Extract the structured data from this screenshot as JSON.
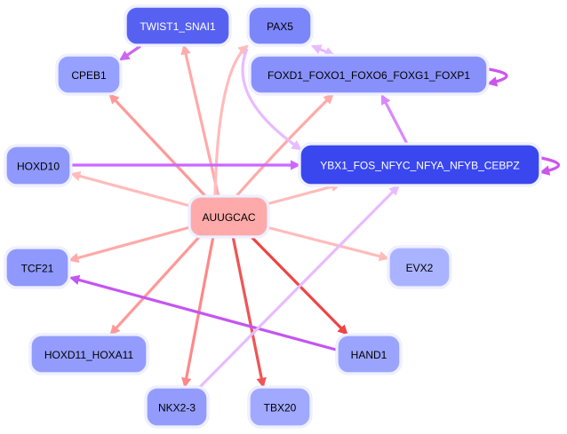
{
  "graph": {
    "nodes": [
      {
        "id": "TWIST1_SNAI1",
        "label": "TWIST1_SNAI1",
        "color": "#5661f2",
        "text_color": "#ffffff"
      },
      {
        "id": "PAX5",
        "label": "PAX5",
        "color": "#7b86fb",
        "text_color": "#000000"
      },
      {
        "id": "CPEB1",
        "label": "CPEB1",
        "color": "#96a0ff",
        "text_color": "#000000"
      },
      {
        "id": "FOXD1_FOXO1_FOXO6_FOXG1_FOXP1",
        "label": "FOXD1_FOXO1_FOXO6_FOXG1_FOXP1",
        "color": "#8891fb",
        "text_color": "#000000"
      },
      {
        "id": "HOXD10",
        "label": "HOXD10",
        "color": "#8f98fb",
        "text_color": "#000000"
      },
      {
        "id": "YBX1_FOS_NFYC_NFYA_NFYB_CEBPZ",
        "label": "YBX1_FOS_NFYC_NFYA_NFYB_CEBPZ",
        "color": "#3a47ef",
        "text_color": "#ffffff"
      },
      {
        "id": "AUUGCAC",
        "label": "AUUGCAC",
        "color": "#ffaaaa",
        "text_color": "#000000"
      },
      {
        "id": "TCF21",
        "label": "TCF21",
        "color": "#8f98fb",
        "text_color": "#000000"
      },
      {
        "id": "EVX2",
        "label": "EVX2",
        "color": "#aab3ff",
        "text_color": "#000000"
      },
      {
        "id": "HOXD11_HOXA11",
        "label": "HOXD11_HOXA11",
        "color": "#939cfc",
        "text_color": "#000000"
      },
      {
        "id": "HAND1",
        "label": "HAND1",
        "color": "#9ba4fd",
        "text_color": "#000000"
      },
      {
        "id": "NKX2-3",
        "label": "NKX2-3",
        "color": "#939cfc",
        "text_color": "#000000"
      },
      {
        "id": "TBX20",
        "label": "TBX20",
        "color": "#a0a9fe",
        "text_color": "#000000"
      }
    ],
    "edges": [
      {
        "source": "AUUGCAC",
        "target": "TWIST1_SNAI1",
        "color": "#ffaaaa"
      },
      {
        "source": "AUUGCAC",
        "target": "PAX5",
        "color": "#ffbbbb",
        "curved": true
      },
      {
        "source": "AUUGCAC",
        "target": "CPEB1",
        "color": "#ff9999"
      },
      {
        "source": "AUUGCAC",
        "target": "FOXD1_FOXO1_FOXO6_FOXG1_FOXP1",
        "color": "#ffaaaa"
      },
      {
        "source": "AUUGCAC",
        "target": "HOXD10",
        "color": "#ffbbbb"
      },
      {
        "source": "AUUGCAC",
        "target": "YBX1_FOS_NFYC_NFYA_NFYB_CEBPZ",
        "color": "#ffbbbb"
      },
      {
        "source": "AUUGCAC",
        "target": "TCF21",
        "color": "#ffaaaa"
      },
      {
        "source": "AUUGCAC",
        "target": "EVX2",
        "color": "#ffbbbb"
      },
      {
        "source": "AUUGCAC",
        "target": "HOXD11_HOXA11",
        "color": "#ff9999"
      },
      {
        "source": "AUUGCAC",
        "target": "HAND1",
        "color": "#ee4444"
      },
      {
        "source": "AUUGCAC",
        "target": "NKX2-3",
        "color": "#ff8888"
      },
      {
        "source": "AUUGCAC",
        "target": "TBX20",
        "color": "#ee5555"
      },
      {
        "source": "TWIST1_SNAI1",
        "target": "CPEB1",
        "color": "#cc66ee"
      },
      {
        "source": "PAX5",
        "target": "FOXD1_FOXO1_FOXO6_FOXG1_FOXP1",
        "color": "#e8bbff",
        "bidirectional": true
      },
      {
        "source": "PAX5",
        "target": "YBX1_FOS_NFYC_NFYA_NFYB_CEBPZ",
        "color": "#e8bbff",
        "curved": true
      },
      {
        "source": "FOXD1_FOXO1_FOXO6_FOXG1_FOXP1",
        "target": "FOXD1_FOXO1_FOXO6_FOXG1_FOXP1",
        "color": "#cc55ee",
        "self_loop": true
      },
      {
        "source": "YBX1_FOS_NFYC_NFYA_NFYB_CEBPZ",
        "target": "FOXD1_FOXO1_FOXO6_FOXG1_FOXP1",
        "color": "#d988ff"
      },
      {
        "source": "HOXD10",
        "target": "YBX1_FOS_NFYC_NFYA_NFYB_CEBPZ",
        "color": "#cc66ff"
      },
      {
        "source": "YBX1_FOS_NFYC_NFYA_NFYB_CEBPZ",
        "target": "YBX1_FOS_NFYC_NFYA_NFYB_CEBPZ",
        "color": "#cc55ee",
        "self_loop": true
      },
      {
        "source": "HAND1",
        "target": "TCF21",
        "color": "#c455f2"
      },
      {
        "source": "NKX2-3",
        "target": "YBX1_FOS_NFYC_NFYA_NFYB_CEBPZ",
        "color": "#e8bbff"
      }
    ]
  }
}
